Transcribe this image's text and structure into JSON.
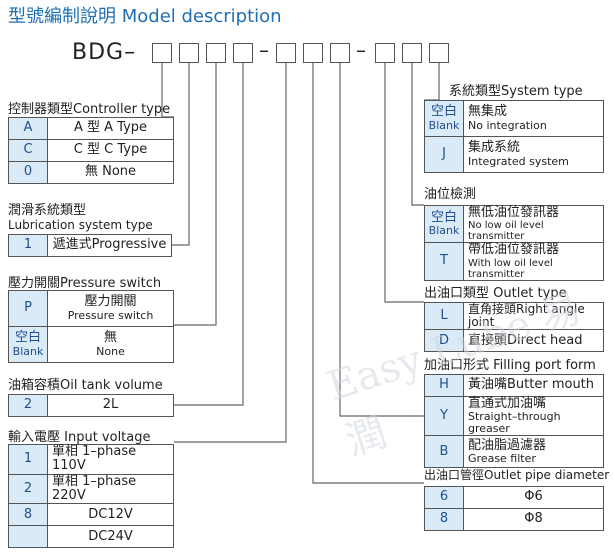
{
  "title": "型號編制說明 Model description",
  "model": {
    "prefix": "BDG–",
    "sep1": "–",
    "sep2": "–"
  },
  "watermark": "Easy Lube 易潤",
  "left": {
    "controller": {
      "title": "控制器類型Controller type",
      "rows": [
        {
          "code": "A",
          "desc": "A 型 A Type"
        },
        {
          "code": "C",
          "desc": "C 型 C Type"
        },
        {
          "code": "0",
          "desc": "無 None"
        }
      ]
    },
    "lubrication": {
      "title_cn": "潤滑系統類型",
      "title_en": "Lubrication system type",
      "rows": [
        {
          "code": "1",
          "desc": "遞進式Progressive"
        }
      ]
    },
    "pressure": {
      "title": "壓力開關Pressure switch",
      "rows": [
        {
          "code": "P",
          "desc_cn": "壓力開關",
          "desc_en": "Pressure switch"
        },
        {
          "code_cn": "空白",
          "code_en": "Blank",
          "desc_cn": "無",
          "desc_en": "None"
        }
      ]
    },
    "tank": {
      "title": "油箱容積Oil tank volume",
      "rows": [
        {
          "code": "2",
          "desc": "2L"
        }
      ]
    },
    "voltage": {
      "title": "輸入電壓 Input voltage",
      "rows": [
        {
          "code": "1",
          "desc": "單相 1–phase 110V"
        },
        {
          "code": "2",
          "desc": "單相 1–phase 220V"
        },
        {
          "code": "8",
          "desc": "DC12V"
        },
        {
          "code": "",
          "desc": "DC24V"
        }
      ]
    }
  },
  "right": {
    "system": {
      "title": "系統類型System type",
      "rows": [
        {
          "code_cn": "空白",
          "code_en": "Blank",
          "desc_cn": "無集成",
          "desc_en": "No integration"
        },
        {
          "code": "J",
          "desc_cn": "集成系統",
          "desc_en": "Integrated system"
        }
      ]
    },
    "oil_level": {
      "title": "油位檢測",
      "rows": [
        {
          "code_cn": "空白",
          "code_en": "Blank",
          "desc_cn": "無低油位發訊器",
          "desc_en": "No low oil level transmitter"
        },
        {
          "code": "T",
          "desc_cn": "帶低油位發訊器",
          "desc_en": "With low oil level transmitter"
        }
      ]
    },
    "outlet_type": {
      "title": "出油口類型 Outlet type",
      "rows": [
        {
          "code": "L",
          "desc": "直角接頭Right angle joint"
        },
        {
          "code": "D",
          "desc": "直接頭Direct head"
        }
      ]
    },
    "filling": {
      "title": "加油口形式 Filling port form",
      "rows": [
        {
          "code": "H",
          "desc": "黃油嘴Butter mouth"
        },
        {
          "code": "Y",
          "desc_cn": "直通式加油嘴",
          "desc_en": "Straight–through greaser"
        },
        {
          "code": "B",
          "desc_cn": "配油脂過濾器",
          "desc_en": "Grease filter"
        }
      ]
    },
    "outlet_pipe": {
      "title": "出油口管徑Outlet pipe diameter",
      "rows": [
        {
          "code": "6",
          "desc": "Φ6"
        },
        {
          "code": "8",
          "desc": "Φ8"
        }
      ]
    }
  }
}
